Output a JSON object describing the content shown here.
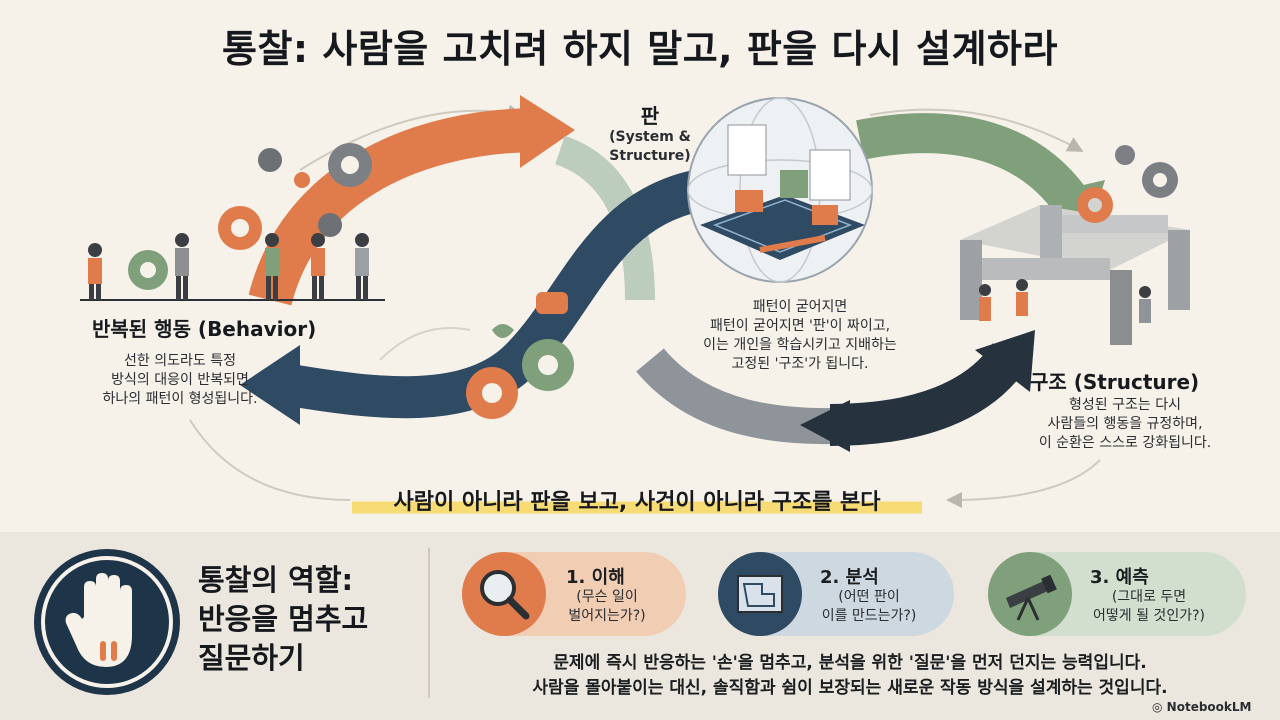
{
  "title": "통찰: 사람을 고치려 하지 말고, 판을 다시 설계하라",
  "behavior": {
    "title": "반복된 행동 (Behavior)",
    "desc": "선한 의도라도 특정\n방식의 대응이 반복되면\n하나의 패턴이 형성됩니다."
  },
  "system": {
    "title": "판",
    "subtitle": "(System &\nStructure)",
    "desc": "패턴이 굳어지면\n패턴이 굳어지면 '판'이 짜이고,\n이는 개인을 학습시키고 지배하는\n고정된 '구조'가 됩니다."
  },
  "structure": {
    "title": "구조 (Structure)",
    "desc": "형성된 구조는 다시\n사람들의 행동을 규정하며,\n이 순환은 스스로 강화됩니다."
  },
  "insight": "사람이 아니라 판을 보고, 사건이 아니라 구조를 본다",
  "role": {
    "title": "통찰의 역할:\n반응을 멈추고\n질문하기"
  },
  "steps": [
    {
      "label": "1. 이해",
      "question": "(무슨 일이\n벌어지는가?)",
      "icon": "magnifier-icon"
    },
    {
      "label": "2. 분석",
      "question": "(어떤 판이\n이를 만드는가?)",
      "icon": "blueprint-icon"
    },
    {
      "label": "3. 예측",
      "question": "(그대로 두면\n어떻게 될 것인가?)",
      "icon": "telescope-icon"
    }
  ],
  "footer": "문제에 즉시 반응하는 '손'을 멈추고, 분석을 위한 '질문'을 먼저 던지는 능력입니다.\n사람을 몰아붙이는 대신, 솔직함과 쉼이 보장되는 새로운 작동 방식을 설계하는 것입니다.",
  "watermark": "NotebookLM",
  "colors": {
    "orange": "#e07b4c",
    "navy": "#2f4a63",
    "green": "#7fa07a",
    "highlight": "#f7dc76"
  }
}
